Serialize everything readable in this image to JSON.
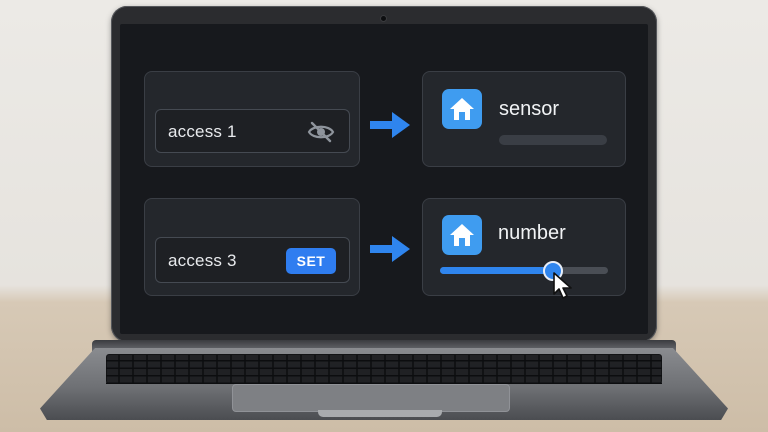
{
  "rows": [
    {
      "access_label": "access 1",
      "access_icon": "eye-off-icon",
      "device_icon": "home-icon",
      "device_label": "sensor"
    },
    {
      "access_label": "access 3",
      "access_button_label": "SET",
      "device_icon": "home-icon",
      "device_label": "number",
      "slider_value": 0.67
    }
  ],
  "colors": {
    "accent": "#2f85ee",
    "home_icon_bg": "#3f9cf0",
    "screen_bg": "#17191d"
  }
}
